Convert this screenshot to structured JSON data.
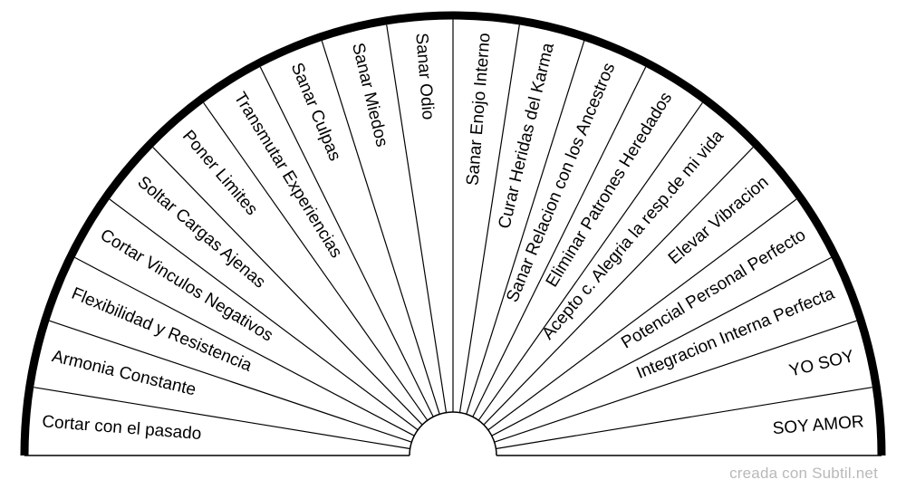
{
  "chart_data": {
    "type": "semicircle-pendulum-board",
    "angle_span_deg": 180,
    "sector_count": 20,
    "sectors": [
      "Cortar con el pasado",
      "Armonia Constante",
      "Flexibilidad y Resistencia",
      "Cortar Vinculos Negativos",
      "Soltar Cargas Ajenas",
      "Poner Limites",
      "Transmutar Experiencias",
      "Sanar Culpas",
      "Sanar Miedos",
      "Sanar Odio",
      "Sanar Enojo Interno",
      "Curar Heridas del Karma",
      "Sanar Relacion con los Ancestros",
      "Eliminar Patrones Heredados",
      "Acepto c. Alegria la resp.de mi vida",
      "Elevar Vibracion",
      "Potencial Personal Perfecto",
      "Integracion Interna Perfecta",
      "YO SOY",
      "SOY AMOR"
    ],
    "colors": {
      "line": "#000000",
      "label": "#000000",
      "background": "#ffffff",
      "watermark": "#b9b9b9"
    }
  },
  "watermark": {
    "text": "creada con Subtil.net"
  }
}
